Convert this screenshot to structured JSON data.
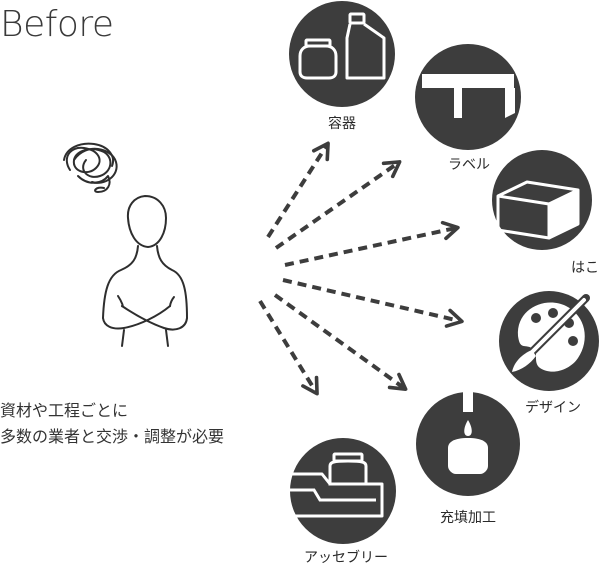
{
  "title": "Before",
  "caption": {
    "line1": "資材や工程ごとに",
    "line2": "多数の業者と交渉・調整が必要"
  },
  "items": [
    {
      "label": "容器",
      "icon": "bottles-icon"
    },
    {
      "label": "ラベル",
      "icon": "label-icon"
    },
    {
      "label": "はこ",
      "icon": "box-icon"
    },
    {
      "label": "デザイン",
      "icon": "palette-icon"
    },
    {
      "label": "充填加工",
      "icon": "filling-icon"
    },
    {
      "label": "アッセブリー",
      "icon": "assembly-icon"
    }
  ],
  "colors": {
    "icon_fill": "#3d3d3d",
    "arrow": "#3d3d3d",
    "text": "#333333"
  }
}
